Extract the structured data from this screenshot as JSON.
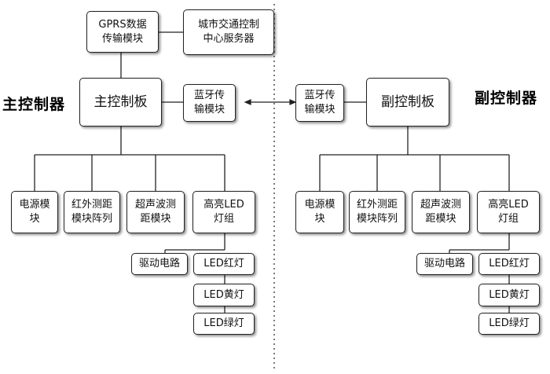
{
  "left": {
    "title": "主控制器",
    "board": "主控制板",
    "gprs": [
      "GPRS数据",
      "传输模块"
    ],
    "server": [
      "城市交通控制",
      "中心服务器"
    ],
    "bluetooth": [
      "蓝牙传",
      "输模块"
    ],
    "power": [
      "电源模",
      "块"
    ],
    "infrared": [
      "红外测距",
      "模块阵列"
    ],
    "ultrasonic": [
      "超声波测",
      "距模块"
    ],
    "led_group": [
      "高亮LED",
      "灯组"
    ],
    "driver": "驱动电路",
    "led_red": "LED红灯",
    "led_yellow": "LED黄灯",
    "led_green": "LED绿灯"
  },
  "right": {
    "title": "副控制器",
    "board": "副控制板",
    "bluetooth": [
      "蓝牙传",
      "输模块"
    ],
    "power": [
      "电源模",
      "块"
    ],
    "infrared": [
      "红外测距",
      "模块阵列"
    ],
    "ultrasonic": [
      "超声波测",
      "距模块"
    ],
    "led_group": [
      "高亮LED",
      "灯组"
    ],
    "driver": "驱动电路",
    "led_red": "LED红灯",
    "led_yellow": "LED黄灯",
    "led_green": "LED绿灯"
  }
}
